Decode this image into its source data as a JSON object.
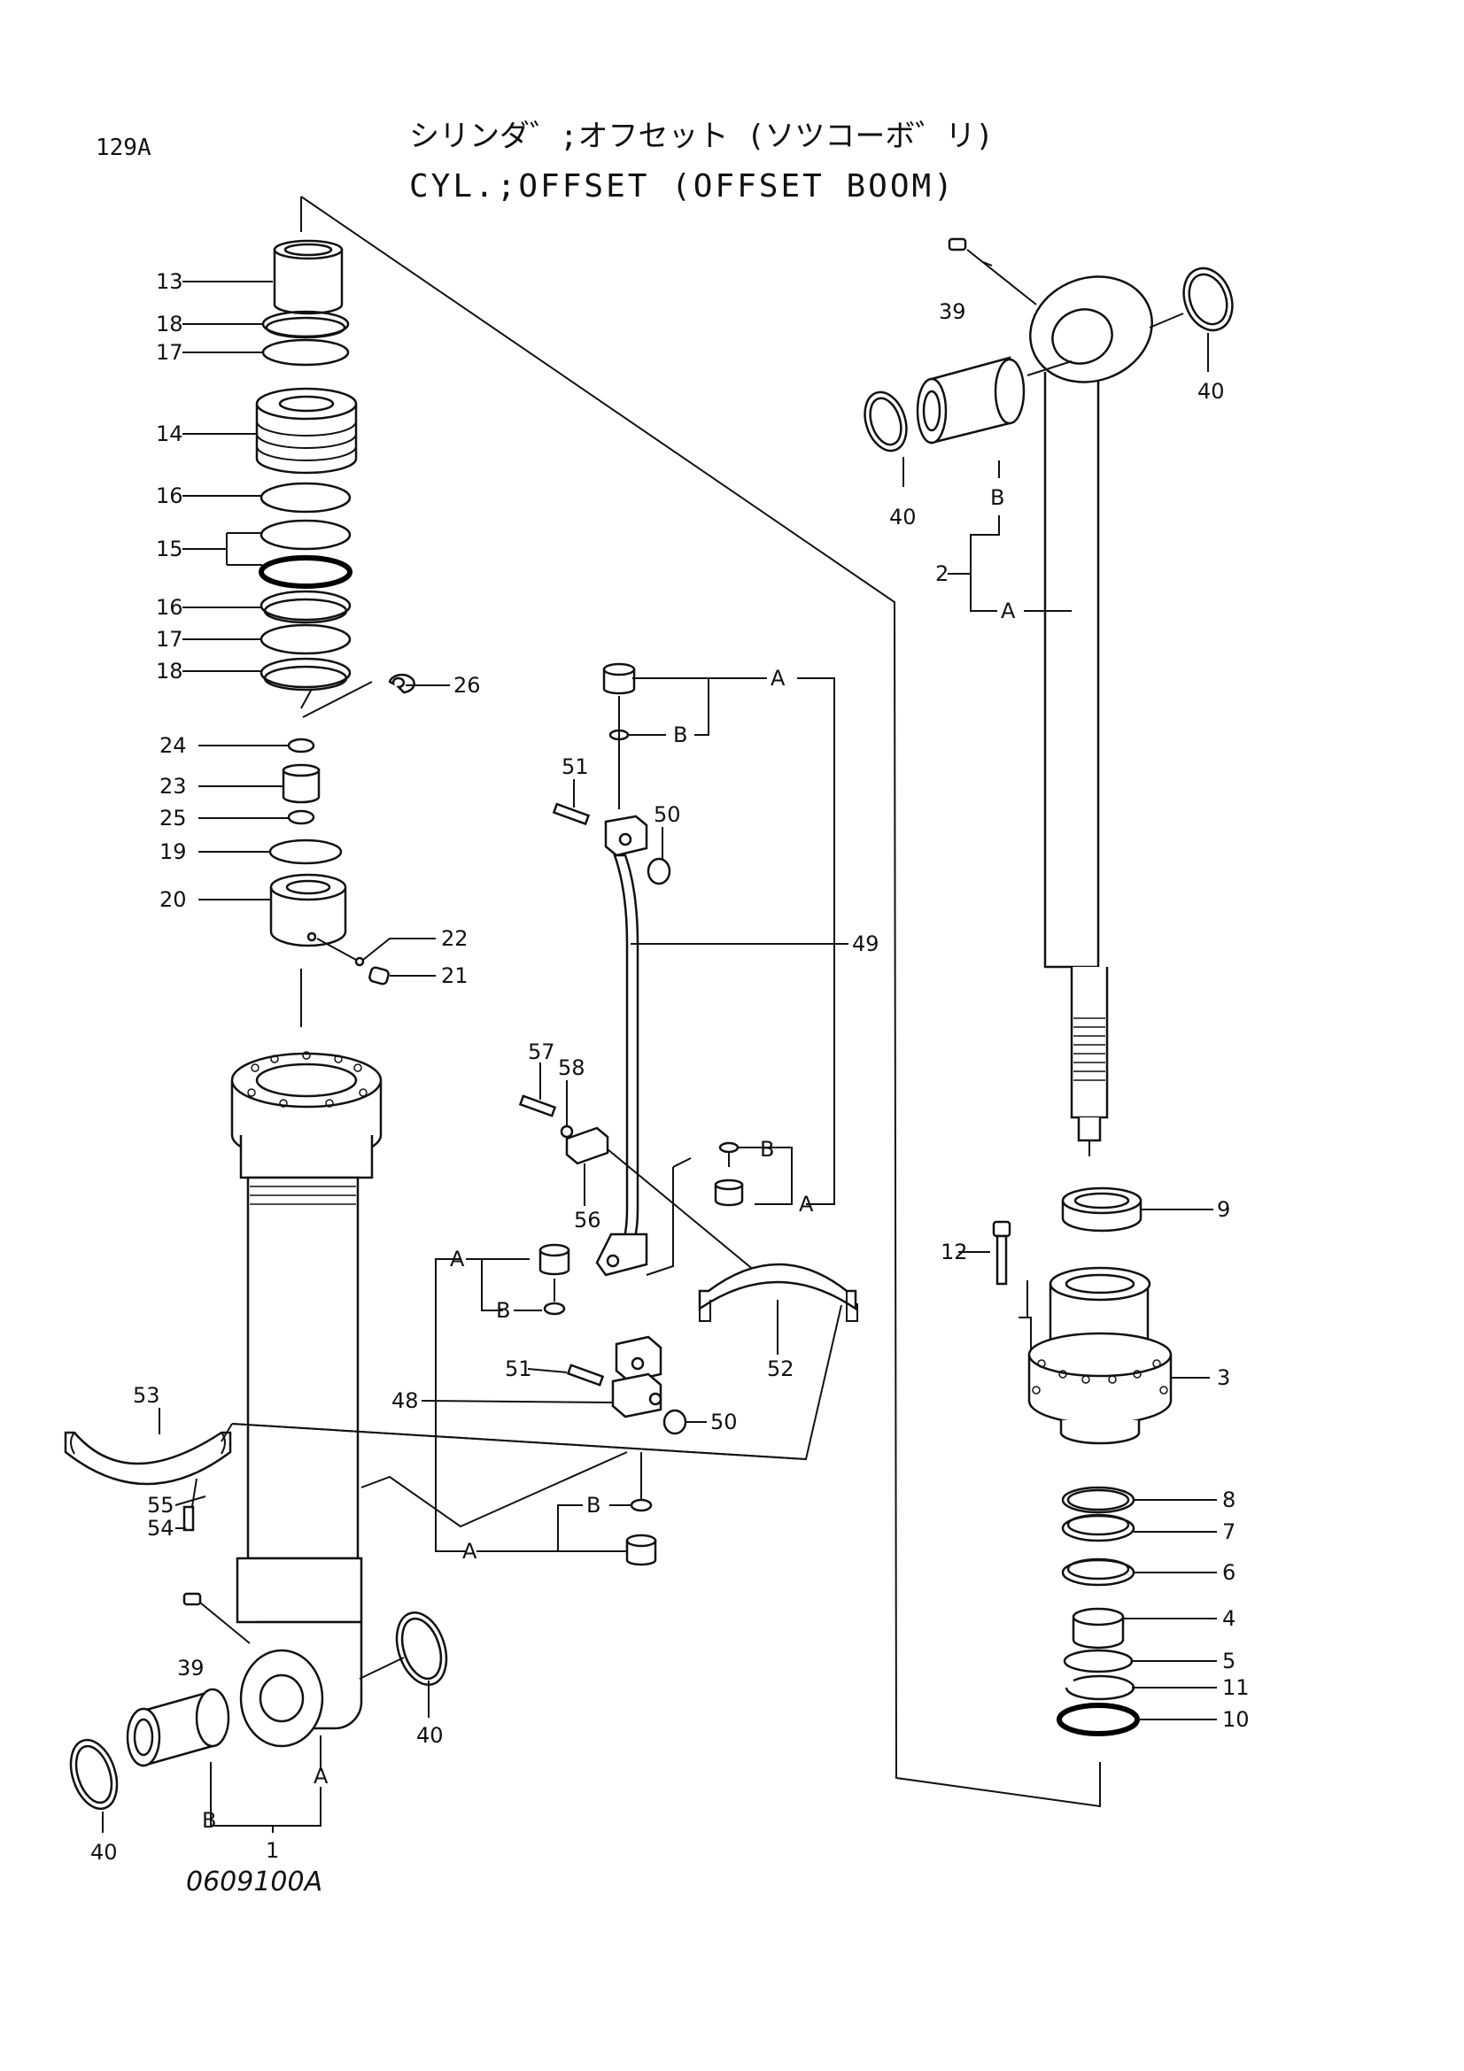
{
  "header": {
    "page_code": "129A",
    "title_jp": "シリンダ゛;オフセット (ソツコーボ゛リ)",
    "title_en": "CYL.;OFFSET (OFFSET BOOM)"
  },
  "footer": {
    "drawing_number": "0609100A"
  },
  "callouts": [
    "13",
    "18",
    "17",
    "14",
    "16",
    "15",
    "16",
    "17",
    "18",
    "26",
    "24",
    "23",
    "25",
    "19",
    "20",
    "22",
    "21",
    "53",
    "55",
    "54",
    "39",
    "40",
    "40",
    "1",
    "A",
    "B",
    "51",
    "50",
    "49",
    "57",
    "58",
    "56",
    "48",
    "51",
    "50",
    "52",
    "A",
    "B",
    "B",
    "A",
    "A",
    "B",
    "A",
    "B",
    "39",
    "40",
    "40",
    "2",
    "A",
    "B",
    "9",
    "12",
    "3",
    "8",
    "7",
    "6",
    "4",
    "5",
    "11",
    "10"
  ]
}
